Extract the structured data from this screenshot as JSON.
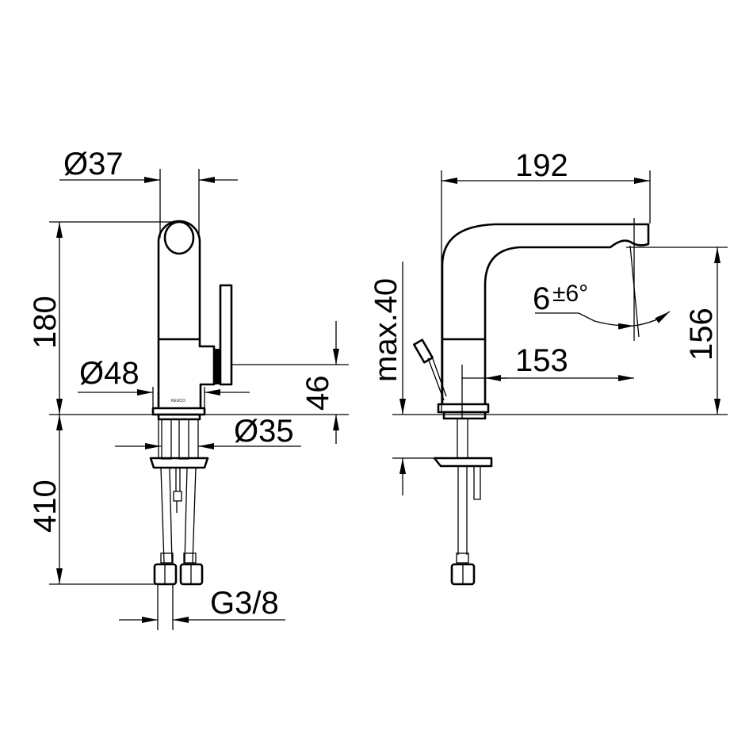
{
  "front_view": {
    "dim_spout_diameter": "Ø37",
    "dim_height": "180",
    "dim_base_diameter": "Ø48",
    "dim_lever_height": "46",
    "dim_shank_diameter": "Ø35",
    "dim_hose_length": "410",
    "dim_connection": "G3/8",
    "brand_mark": "KEUCO"
  },
  "side_view": {
    "dim_projection": "192",
    "dim_outlet_height": "156",
    "dim_spout_reach": "153",
    "dim_max_thickness": "max.40",
    "dim_angle_base": "6",
    "dim_angle_tol": "±6°"
  }
}
